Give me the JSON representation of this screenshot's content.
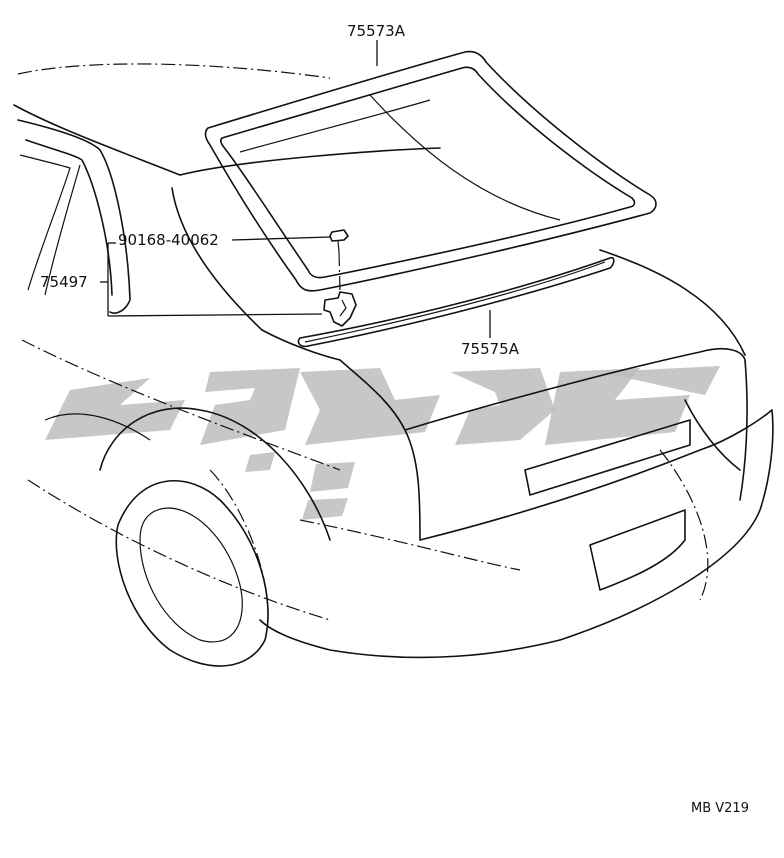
{
  "parts": {
    "glass_weatherstrip": "75573A",
    "window_molding": "75575A",
    "clip": "90168-40062",
    "quarter_molding": "75497"
  },
  "figure_code": "MB V219",
  "colors": {
    "line": "#111111",
    "watermark": "#bdbdbd",
    "background": "#ffffff"
  }
}
